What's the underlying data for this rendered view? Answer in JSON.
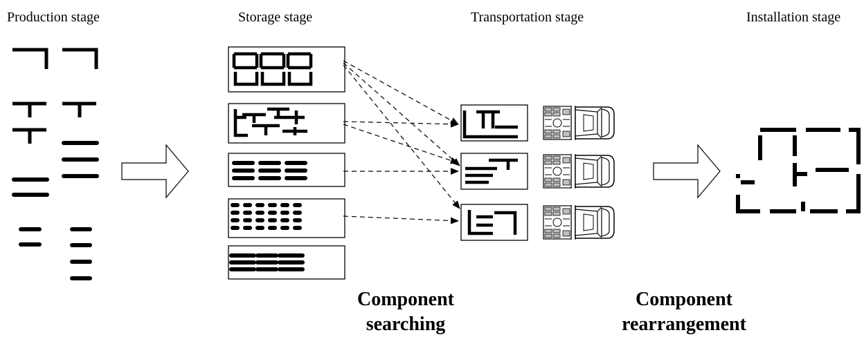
{
  "stages": {
    "production": "Production stage",
    "storage": "Storage stage",
    "transportation": "Transportation stage",
    "installation": "Installation stage"
  },
  "zones": [
    "zone",
    "zone",
    "zone",
    "zone",
    "zone"
  ],
  "captions": {
    "searching_line1": "Component",
    "searching_line2": "searching",
    "rearrangement_line1": "Component",
    "rearrangement_line2": "rearrangement"
  },
  "colors": {
    "ink": "#000000",
    "truck_cargo_fill": "#bfbfbf",
    "background": "#ffffff"
  }
}
